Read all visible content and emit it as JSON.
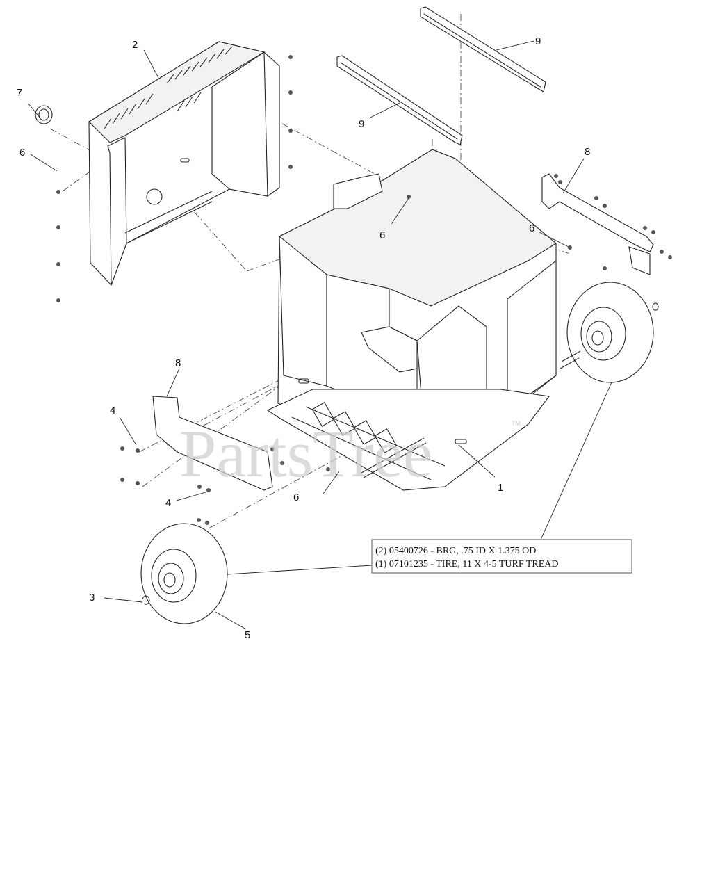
{
  "watermark": {
    "text": "PartsTree",
    "trademark": "TM"
  },
  "callouts": {
    "c1": "1",
    "c2": "2",
    "c3": "3",
    "c4a": "4",
    "c4b": "4",
    "c5": "5",
    "c6a": "6",
    "c6b": "6",
    "c6c": "6",
    "c6d": "6",
    "c7": "7",
    "c8a": "8",
    "c8b": "8",
    "c9a": "9",
    "c9b": "9"
  },
  "note": {
    "line1": "(2) 05400726 - BRG, .75 ID X 1.375 OD",
    "line2": "(1) 07101235 - TIRE, 11 X 4-5 TURF TREAD"
  },
  "colors": {
    "line": "#222222",
    "watermark": "#cfcfcf",
    "background": "#ffffff"
  }
}
